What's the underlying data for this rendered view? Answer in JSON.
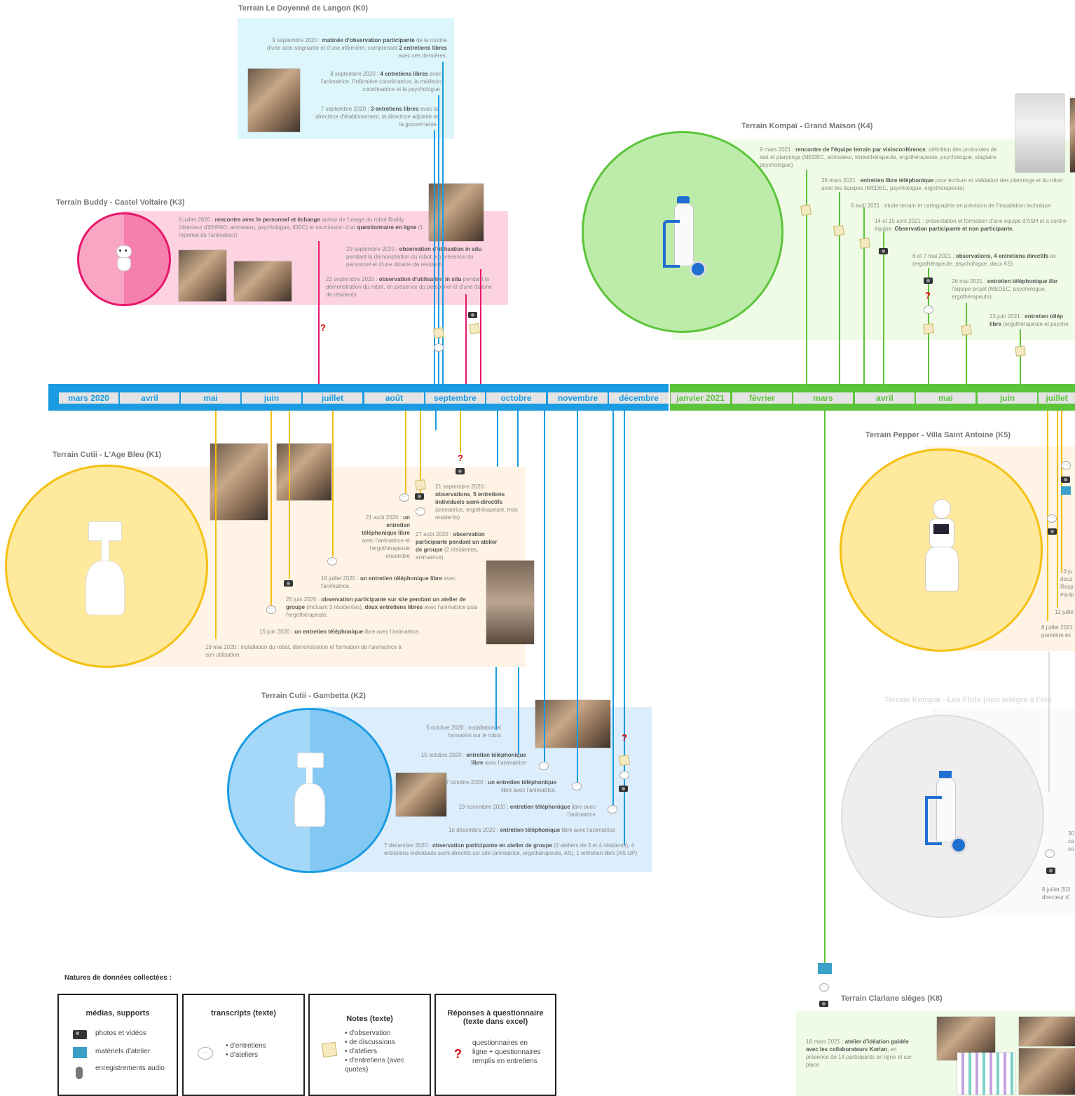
{
  "colors": {
    "blue": "#1a9be2",
    "green": "#5cc43a",
    "pink": "#e8176b",
    "yellow": "#f5c012",
    "grey": "#cccccc"
  },
  "timeline": {
    "months": [
      "mars 2020",
      "avril",
      "mai",
      "juin",
      "juillet",
      "août",
      "septembre",
      "octobre",
      "novembre",
      "décembre",
      "janvier 2021",
      "février",
      "mars",
      "avril",
      "mai",
      "juin",
      "juillet"
    ]
  },
  "k0": {
    "title": "Terrain Le Doyenné de Langon (K0)",
    "e1": "9 septembre 2020 : ",
    "e1b": "matinée d'observation participante",
    "e1c": " de la routine d'une aide-soignante et d'une infirmière, comprenant ",
    "e1d": "2 entretiens libres",
    "e1e": " avec ces dernières.",
    "e2": "8 septembre 2020 : ",
    "e2b": "4 entretiens libres",
    "e2c": " avec l'animatrice, l'infirmière coordinatrice, la médecin coordinatrice et la psychologue.",
    "e3": "7 septembre 2020 : ",
    "e3b": "3 entretiens libres",
    "e3c": " avec la directrice d'établissement, la directrice adjointe et la gouvernante."
  },
  "k3": {
    "title": "Terrain Buddy -  Castel Voltaire (K3)",
    "e1": "6 juillet 2020 : ",
    "e1b": "rencontre avec le personnel et échange",
    "e1c": " autour de l'usage du robot Buddy (directeur d'EHPAD, animateur, psychologue, IDEC) et soumission d'un ",
    "e1d": "questionnaire en ligne",
    "e1e": " (1 réponse de l'animateur)",
    "e2": "29 septembre 2020 : ",
    "e2b": "observation d'utilisation in situ",
    "e2c": " pendant la démonstration du robot, en présence du personnel et d'une dizaine de résidents",
    "e3": "22 septembre 2020 : ",
    "e3b": "observation d'utilisation in situ",
    "e3c": " pendant la démonstration du robot, en présence du personnel et d'une dizaine de résidents"
  },
  "k4": {
    "title": "Terrain Kompaï - Grand Maison (K4)",
    "e1": "9 mars 2021 : ",
    "e1b": "rencontre de l'équipe terrain par visioconférence",
    "e1c": ", définition des protocoles de test et plannings (MEDEC, animateur, kinésithérapeute, ergothérapeute, psychologue, stagiaire psychologue)",
    "e2": "26 mars 2021 : ",
    "e2b": "entretien libre téléphonique",
    "e2c": " pour écriture et validation des plannings et du robot avec les équipes (MEDEC, psychologue, ergothérapeute)",
    "e3": "6 avril 2021 : étude terrain et cartographie en prévision de l'installation technique",
    "e4": "14 et 15 avril 2021 : présentation et formation d'une équipe d'ASH et a contre-équipe. ",
    "e4b": "Observation participante et non participante.",
    "e5": "6 et 7 mai 2021 : ",
    "e5b": "observations, 4 entretiens directifs",
    "e5c": " av (ergothérapeute, psychologue, deux AS)",
    "e6": "26 mai 2021 : ",
    "e6b": "entretien téléphonique libr",
    "e6c": " l'équipe projet (MEDEC, psychologue, ergothérapeute)",
    "e7": "23 juin 2021 : ",
    "e7b": "entretien télép libre",
    "e7c": " (ergothérapeute et psycho"
  },
  "k1": {
    "title": "Terrain Cutii - L'Age Bleu (K1)",
    "e1": "21 septembre 2020 : ",
    "e1b": "observations",
    "e1c": ", ",
    "e1d": "5 entretiens individuels semi-directifs",
    "e1e": " (animatrice, ergothérapeute, trois résidents)",
    "e2": "21 août 2020 : ",
    "e2b": "un entretien téléphonique libre",
    "e2c": " avec l'animatrice et l'ergothérapeute ensemble",
    "e3": "27 août 2020 : ",
    "e3b": "observation participante pendant un atelier de groupe",
    "e3c": " (2 résidentes, animatrice)",
    "e4": "16 juillet 2020 : ",
    "e4b": "un entretien téléphonique libre",
    "e4c": " avec l'animatrice.",
    "e5": "25 juin 2020 : ",
    "e5b": "observation participante sur site pendant un atelier de groupe",
    "e5c": " (incluant 3 résidentes), ",
    "e5d": "deux entretiens libres",
    "e5e": " avec l'animatrice puis l'ergothérapeute.",
    "e6": "15 juin 2020 : ",
    "e6b": "un entretien téléphonique",
    "e6c": " libre avec l'animatrice.",
    "e7": "19 mai 2020 : installation du robot, démonstration et formation de l'animatrice à son utilisation."
  },
  "k2": {
    "title": "Terrain Cutii - Gambetta (K2)",
    "e1": "5 octobre 2020 : installation et formation sur le robot",
    "e2": "15 octobre 2020 : ",
    "e2b": "entretien téléphonique libre",
    "e2c": " avec l'animatrice",
    "e3": "27 octobre 2020 : ",
    "e3b": "un entretien téléphonique",
    "e3c": " libre avec l'animatrice.",
    "e4": "19 novembre 2020 : ",
    "e4b": "entretien téléphonique",
    "e4c": " libre avec l'animatrice",
    "e5": "1e décembre 2020 : ",
    "e5b": "entretien téléphonique",
    "e5c": " libre avec l'animatrice",
    "e6": "7 décembre 2020 : ",
    "e6b": "observation participante en atelier de groupe",
    "e6c": " (2 ateliers de 3 et 4 résidents), 4 entretiens individuels semi-directifs sur site (animatrice, ergothérapeute, AS), 1 entretien libre (AS UP)"
  },
  "k5": {
    "title": "Terrain Pepper - Villa Saint Antoine (K5)",
    "e1": "13 ju douz Resp équip",
    "e2": "12 juille",
    "e3": "8 juillet 2021 première éc"
  },
  "kflots": {
    "title": "Terrain Kompaï - Les Flots (non intégré à l'étu",
    "e1": "30 ca so",
    "e2": "8 juillet 202 directeur d'"
  },
  "k8": {
    "title": "Terrain Clariane sièges (K8)",
    "e1": "18 mars 2021 : ",
    "e1b": "atelier d'idéation guidée avec les collaborateurs Korian",
    "e1c": ", en présence de 14 participants en ligne et sur place"
  },
  "legend": {
    "title": "Natures de données collectées :",
    "b1": {
      "title": "médias, supports",
      "i1": "photos et vidéos",
      "i2": "matériels d'atelier",
      "i3": "enregistrements audio"
    },
    "b2": {
      "title": "transcripts (texte)",
      "i1": "d'entretiens",
      "i2": "d'ateliers"
    },
    "b3": {
      "title": "Notes (texte)",
      "i1": "d'observation",
      "i2": "de discussions",
      "i3": "d'ateliers",
      "i4": "d'entretiens (avec quotes)"
    },
    "b4": {
      "title": "Réponses à questionnaire (texte dans excel)",
      "i1": "questionnaires en ligne + questionnaires remplis en entretiens"
    }
  },
  "icons": [
    "camera-icon",
    "workshop-material-icon",
    "microphone-icon",
    "speech-bubble-icon",
    "notepad-icon",
    "question-mark-icon"
  ]
}
